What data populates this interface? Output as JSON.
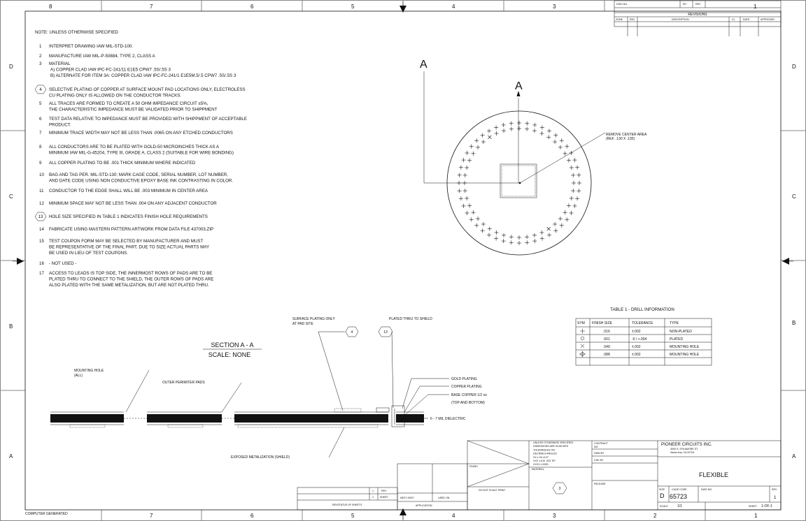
{
  "drawing": {
    "zone_cols_top": [
      "8",
      "7",
      "6",
      "5",
      "4",
      "3"
    ],
    "zone_cols_bottom": [
      "7",
      "6",
      "5",
      "4",
      "3",
      "2",
      "1"
    ],
    "zone_rows": [
      "D",
      "C",
      "B",
      "A"
    ],
    "top_right_zone": "1",
    "computer_generated": "COMPUTER GENERATED"
  },
  "revisions": {
    "title": "REVISIONS",
    "head_fields": [
      "DWG NO.",
      "SH",
      "REV"
    ],
    "headers": [
      "ZONE",
      "REV",
      "DESCRIPTION",
      "CL",
      "DATE",
      "APPROVED"
    ]
  },
  "notes": {
    "heading": "NOTE: UNLESS OTHERWISE SPECIFIED",
    "items": [
      {
        "num": "1",
        "lines": [
          "INTERPRET DRAWING IAW MIL-STD-100."
        ]
      },
      {
        "num": "2",
        "lines": [
          "MANUFACTURE IAW MIL-P-50884, TYPE 2, CLASS A"
        ]
      },
      {
        "num": "3",
        "lines": [
          "MATERIAL",
          "A) COPPER CLAD IAW IPC-FC-241/11 E1E5 CPW7 .5S/.5S 3",
          "B) ALTERNATE FOR ITEM 3A: COPPER CLAD IAW IPC-FC-241/1 E1E5M.5/.5 CPW7 .5S/.5S 3"
        ]
      },
      {
        "num": "4",
        "lines": [
          "SELECTIVE PLATING OF COPPER AT SURFACE MOUNT PAD LOCATIONS ONLY, ELECTROLESS",
          "CU PLATING ONLY IS ALLOWED ON THE CONDUCTOR TRACKS."
        ]
      },
      {
        "num": "5",
        "lines": [
          "ALL TRACES ARE FORMED TO CREATE A 50 OHM IMPEDANCE CIRCUIT ±5%,",
          "THE CHARACTERISTIC IMPEDANCE MUST BE VALIDATED PRIOR TO SHIPPMENT"
        ]
      },
      {
        "num": "6",
        "lines": [
          "TEST DATA RELATIVE TO IMPEDANCE MUST BE PROVIDED WITH SHIPPMENT OF ACCEPTABLE",
          "PRODUCT."
        ]
      },
      {
        "num": "7",
        "lines": [
          "MINIMUM TRACE WIDTH MAY NOT BE LESS THAN .0065 ON ANY ETCHED CONDUCTORS"
        ]
      },
      {
        "num": "8",
        "lines": [
          "ALL CONDUCTORS ARE TO BE PLATED WITH GOLD-50 MICROINCHES THICK AS A",
          "MINIMUM IAW MIL-G-45204, TYPE III, GRADE A, CLASS 2 (SUITABLE FOR WIRE BONDING)"
        ]
      },
      {
        "num": "9",
        "lines": [
          "ALL COPPER PLATING TO BE .001 THICK MINIMUM WHERE INDICATED"
        ]
      },
      {
        "num": "10",
        "lines": [
          "BAG AND TAG PER. MIL-STD-130: MARK CAGE CODE, SERIAL NUMBER, LOT NUMBER,",
          "AND DATE CODE USING NON CONDUCTIVE EPOXY BASE INK CONTRASTING IN COLOR."
        ]
      },
      {
        "num": "11",
        "lines": [
          "CONDUCTOR TO THE EDGE SHALL WILL BE .003 MINIMUM IN CENTER AREA"
        ]
      },
      {
        "num": "12",
        "lines": [
          "MINIMUM SPACE MAY NOT BE LESS THAN .004 ON ANY ADJACENT CONDUCTOR"
        ]
      },
      {
        "num": "13",
        "lines": [
          "HOLE SIZE SPECIFIED IN TABLE 1 INDICATES FINISH HOLE REQUIREMENTS"
        ]
      },
      {
        "num": "14",
        "lines": [
          "FABRICATE USING MASTERN PATTERN ARTWORK FROM DATA FILE 437003.ZIP"
        ]
      },
      {
        "num": "15",
        "lines": [
          "TEST COUPON FORM MAY BE SELECTED BY MANUFACTURER AND MUST",
          "BE REPRESENTATIVE OF THE FINAL PART, DUE TO SIZE ACTUAL PARTS MAY",
          "BE USED IN LIEU OF TEST COUPONS."
        ]
      },
      {
        "num": "16",
        "lines": [
          "- NOT USED -"
        ]
      },
      {
        "num": "17",
        "lines": [
          "ACCESS TO LEADS IS TOP SIDE, THE INNERMOST ROWS OF PADS ARE TO BE",
          "PLATED THRU TO CONNECT TO THE SHIELD, THE OUTER ROWS OF PADS ARE",
          "ALSO PLATED WITH THE SAME METALIZATION, BUT ARE NOT PLATED THRU."
        ]
      }
    ]
  },
  "plan_view": {
    "section_letter": "A",
    "remove_center_label": [
      "REMOVE CENTER AREA",
      "(REF. .130 X .130)"
    ]
  },
  "drill_table": {
    "title": "TABLE 1 - DRILL INFORMATION",
    "headers": [
      "SYM",
      "FINISH SIZE",
      "TOLERANCE",
      "TYPE"
    ],
    "rows": [
      {
        "sym": "plus-icon",
        "size": ".016",
        "tol": "±.002",
        "type": "NON-PLATED"
      },
      {
        "sym": "circle-icon",
        "size": ".001",
        "tol": "-0 / +.004",
        "type": "PLATED"
      },
      {
        "sym": "x-icon",
        "size": ".049",
        "tol": "±.002",
        "type": "MOUNTING HOLE"
      },
      {
        "sym": "crosshair-icon",
        "size": ".088",
        "tol": "±.002",
        "type": "MOUNTING HOLE"
      }
    ]
  },
  "section": {
    "title": "SECTION A - A",
    "scale": "SCALE: NONE",
    "labels": {
      "mounting_hole": [
        "MOUNTING HOLE",
        "(ALL)"
      ],
      "outer_pads": "OUTER PERIMITER PADS",
      "surface_plating": [
        "SURFACE PLATING ONLY",
        "AT PAD SITE"
      ],
      "plated_thru": "PLATED THRU TO SHIELD",
      "gold": "GOLD PLATING",
      "copper": "COPPER PLATING",
      "base_copper": [
        "BASE COPPER 1/2 oz",
        "(TOP AND BOTTOM)"
      ],
      "dielectric": "6 - 7 MIL DIELECTRIC",
      "exposed": "EXPOSED METALIZATION (SHIELD)"
    },
    "flag_4": "4",
    "flag_13": "13"
  },
  "title_block": {
    "company": "PIONEER CIRCUITS INC.",
    "address": [
      "3000 S. SYKAMORE ST.",
      "Santa Ana, CA 92704"
    ],
    "title": "FLEXIBLE",
    "size_label": "SIZE",
    "size": "D",
    "cage_label": "CAGE CODE",
    "cage": "65723",
    "dwg_label": "DWG NO.",
    "rev_label": "REV",
    "rev": "1",
    "scale_label": "SCALE",
    "scale": "1/1",
    "sheet_label": "SHEET",
    "sheet": "1-OF-1",
    "contract_label": [
      "CONTRACT",
      "NO."
    ],
    "approvals": [
      "DWN BY",
      "CHK BY"
    ],
    "material_label": "MATERIAL",
    "finish_label": "FINISH",
    "release_label": "RELEASE",
    "dont_scale": "DO NOT SCALE PRINT",
    "tolerance_text": [
      "UNLESS OTHERWISE SPECIFIED",
      "DIMENSIONS ARE IN INCHES",
      "TOLERANCES ON:",
      "DECIMALS      ANGLES",
      "XX ±.03       ±1/2°",
      "XXX ±.010     .003 TIP",
      "XXXX ±.0005"
    ],
    "flag_3": "3",
    "revstatus": "REVSTATUS OF SHEETS",
    "rev_col": "REV",
    "sheet_col": "SHEET",
    "rev_num": "1",
    "sheet_num": "1",
    "next_assy": "NEXT ASSY",
    "used_on": "USED ON",
    "application": "APPLICATION"
  }
}
